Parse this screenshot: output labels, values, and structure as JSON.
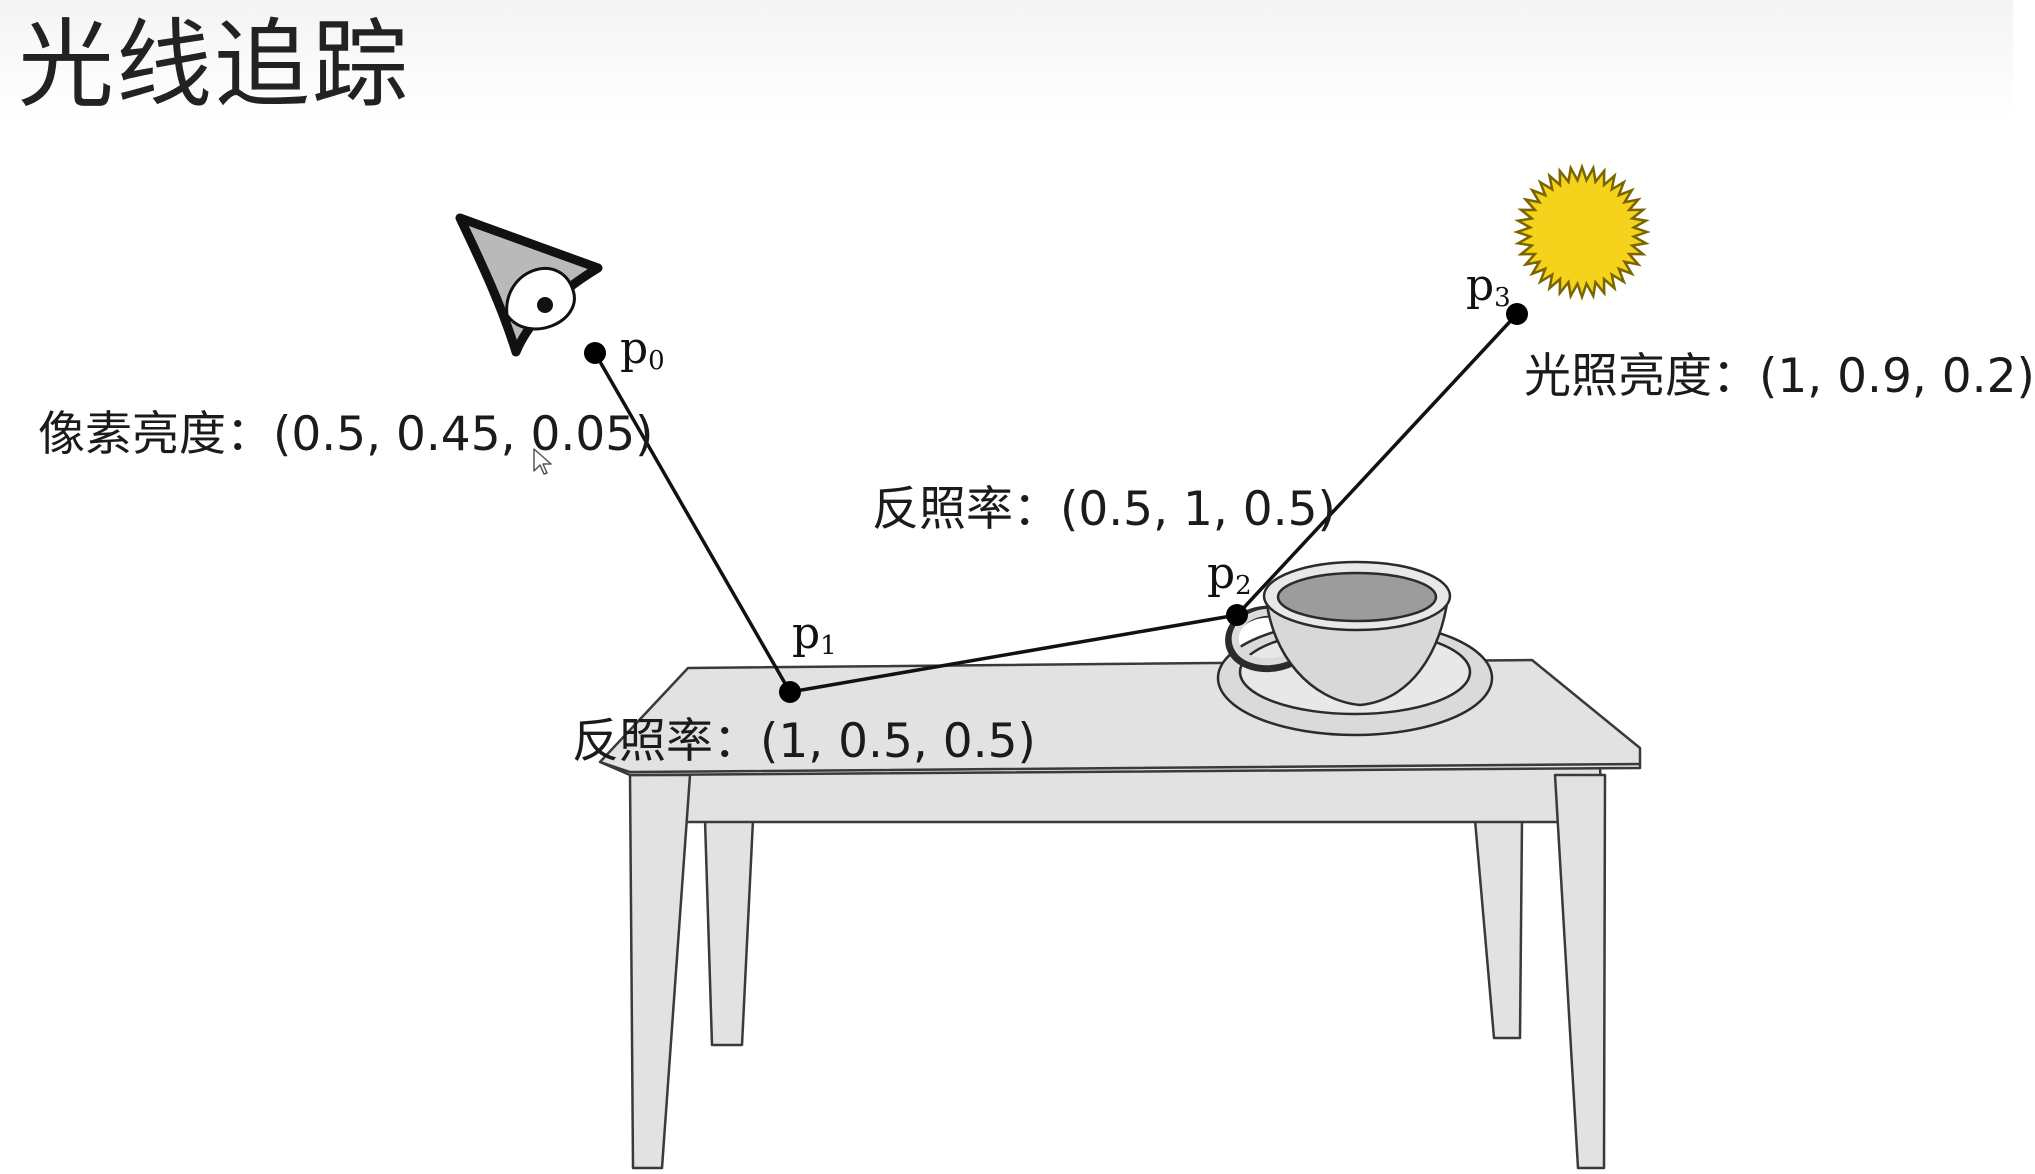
{
  "title": "光线追踪",
  "points": {
    "p0": {
      "base": "p",
      "sub": "0"
    },
    "p1": {
      "base": "p",
      "sub": "1"
    },
    "p2": {
      "base": "p",
      "sub": "2"
    },
    "p3": {
      "base": "p",
      "sub": "3"
    }
  },
  "labels": {
    "pixel_brightness": "像素亮度：(0.5, 0.45, 0.05)",
    "reflectance_table": "反照率：(1, 0.5, 0.5)",
    "reflectance_cup": "反照率：(0.5, 1, 0.5)",
    "light_intensity": "光照亮度：(1, 0.9, 0.2)"
  },
  "icons": [
    "eye-icon",
    "sun-icon",
    "cursor-icon"
  ],
  "colors": {
    "sun": "#f5d21b",
    "sun_outline": "#7a6500",
    "table": "#e2e2e2",
    "cup": "#dadada",
    "ray": "#111111"
  }
}
